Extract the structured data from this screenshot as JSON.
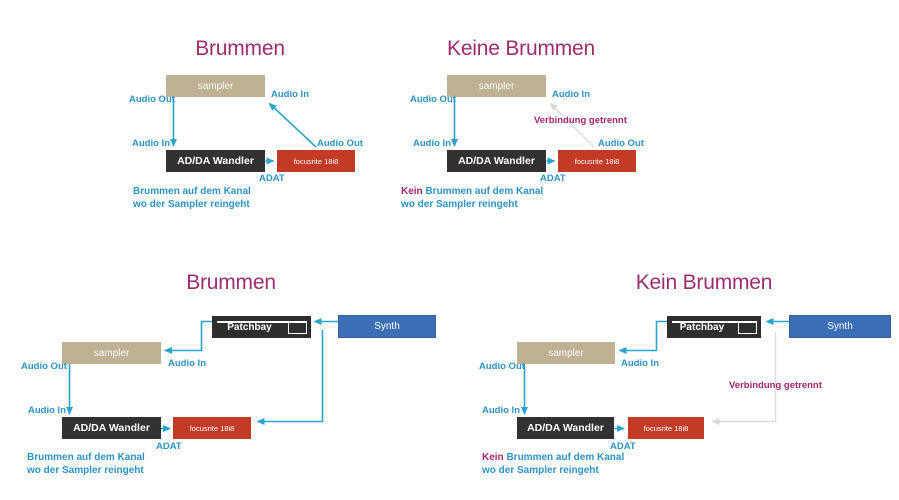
{
  "colors": {
    "background": "#ffffff",
    "title_magenta": "#9e2d6f",
    "small_magenta": "#a4256a",
    "label_blue": "#2d93c4",
    "arrow_blue": "#2ba3cd",
    "disconnected_gray": "#dcdcdc",
    "sampler_box": "#bfb294",
    "dark_box": "#343132",
    "focusrite_box": "#c33b27",
    "synth_box": "#3c6eb5"
  },
  "boxes": {
    "sampler": "sampler",
    "adda": "AD/DA Wandler",
    "focusrite": "focusrite 18i8",
    "patchbay": "Patchbay",
    "synth": "Synth"
  },
  "labels": {
    "audio_out": "Audio Out",
    "audio_in": "Audio In",
    "adat": "ADAT",
    "verbindung": "Verbindung getrennt"
  },
  "panels": {
    "top_left": {
      "title": "Brummen",
      "caption_line1": "Brummen auf dem Kanal",
      "caption_line2": "wo der Sampler reingeht"
    },
    "top_right": {
      "title": "Keine Brummen",
      "caption_prefix": "Kein",
      "caption_line1": "Brummen auf dem Kanal",
      "caption_line2": "wo der Sampler reingeht"
    },
    "bottom_left": {
      "title": "Brummen",
      "caption_line1": "Brummen auf dem Kanal",
      "caption_line2": "wo der Sampler reingeht"
    },
    "bottom_right": {
      "title": "Kein Brummen",
      "caption_prefix": "Kein",
      "caption_line1": "Brummen auf dem Kanal",
      "caption_line2": "wo der Sampler reingeht"
    }
  }
}
